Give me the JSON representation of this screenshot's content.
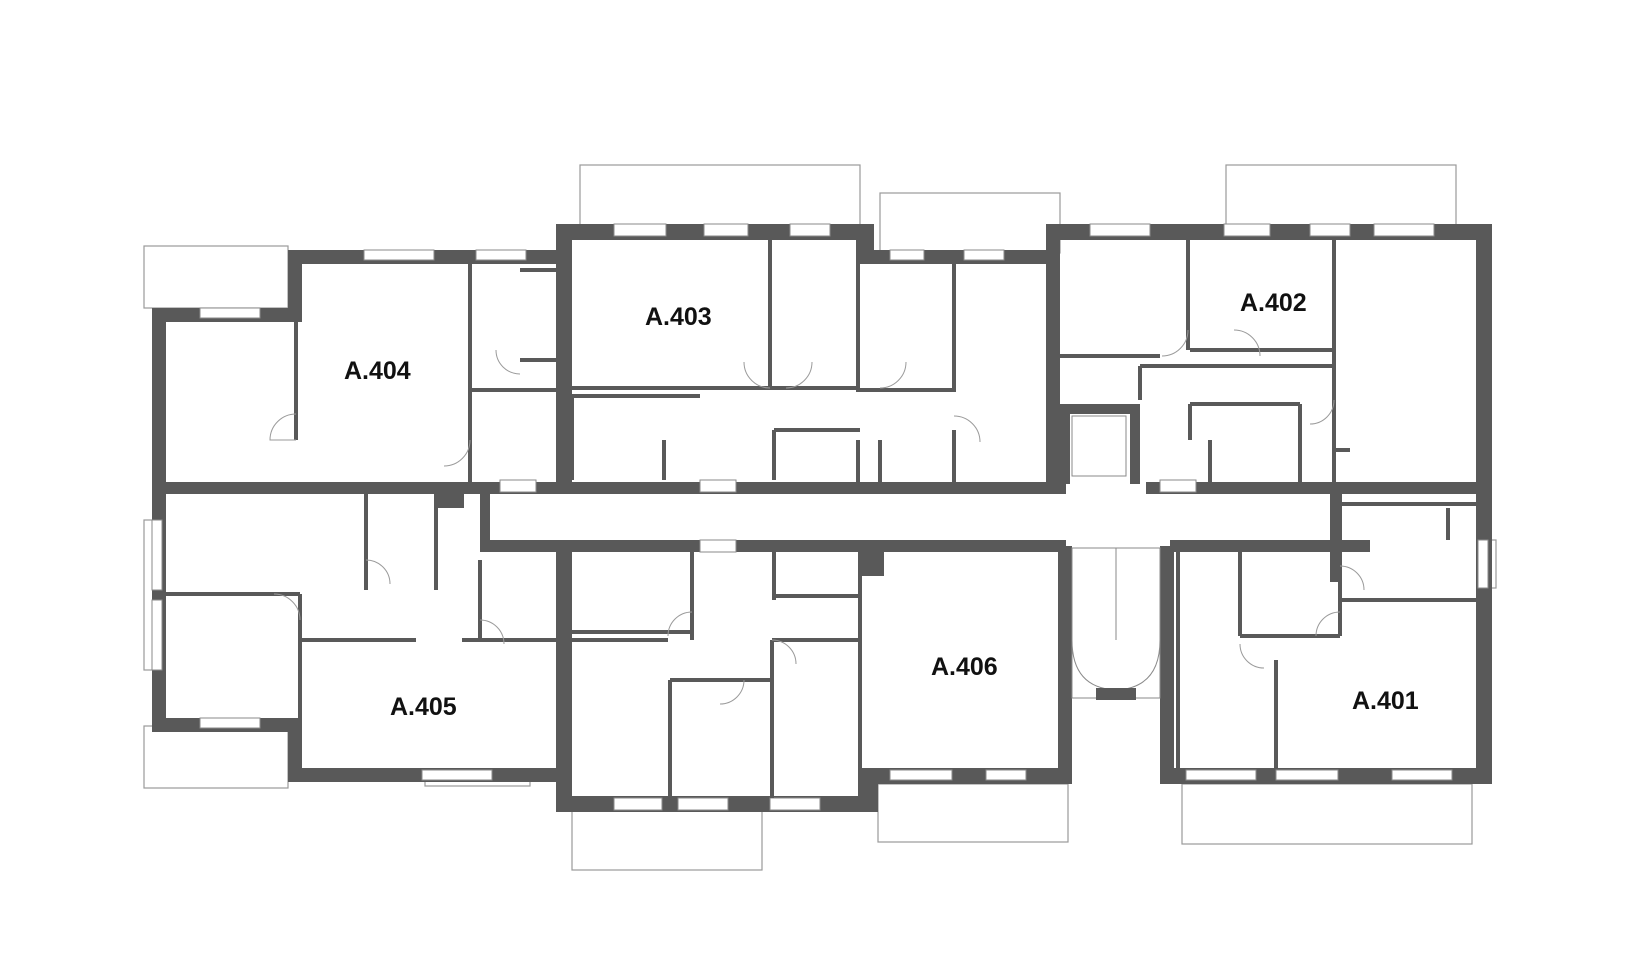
{
  "plan": {
    "units": [
      {
        "id": "a404",
        "label": "A.404"
      },
      {
        "id": "a403",
        "label": "A.403"
      },
      {
        "id": "a402",
        "label": "A.402"
      },
      {
        "id": "a405",
        "label": "A.405"
      },
      {
        "id": "a406",
        "label": "A.406"
      },
      {
        "id": "a401",
        "label": "A.401"
      }
    ],
    "colors": {
      "wall": "#595959",
      "line": "#8a8a8a",
      "background": "#ffffff",
      "text": "#111111"
    }
  }
}
